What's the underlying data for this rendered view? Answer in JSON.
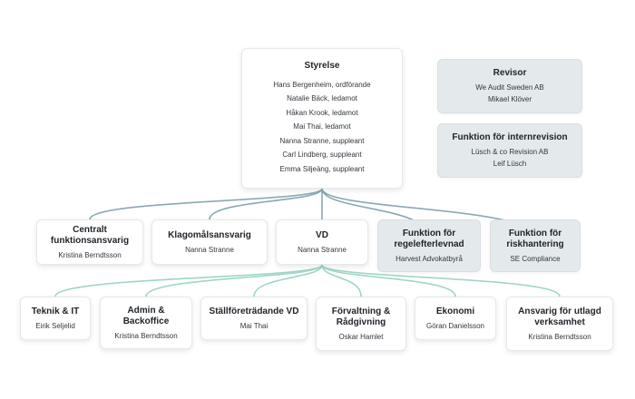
{
  "styrelse": {
    "title": "Styrelse",
    "members": [
      "Hans Bergenheim, ordförande",
      "Natalie Bäck, ledamot",
      "Håkan Krook, ledamot",
      "Mai Thai, ledamot",
      "Nanna Stranne, suppleant",
      "Carl Lindberg, suppleant",
      "Emma Siljeäng, suppleant"
    ]
  },
  "revisor": {
    "title": "Revisor",
    "lines": [
      "We Audit Sweden AB",
      "Mikael Klöver"
    ]
  },
  "internrevision": {
    "title": "Funktion för internrevision",
    "lines": [
      "Lüsch & co Revision AB",
      "Leif Lüsch"
    ]
  },
  "level2": [
    {
      "title": "Centralt funktionsansvarig",
      "name": "Kristina Berndtsson"
    },
    {
      "title": "Klagomålsansvarig",
      "name": "Nanna Stranne"
    },
    {
      "title": "VD",
      "name": "Nanna Stranne"
    },
    {
      "title": "Funktion för regelefterlevnad",
      "name": "Harvest Advokatbyrå"
    },
    {
      "title": "Funktion för riskhantering",
      "name": "SE Compliance"
    }
  ],
  "level3": [
    {
      "title": "Teknik & IT",
      "name": "Eirik Seljelid"
    },
    {
      "title": "Admin & Backoffice",
      "name": "Kristina Berndtsson"
    },
    {
      "title": "Ställföreträdande VD",
      "name": "Mai Thai"
    },
    {
      "title": "Förvaltning & Rådgivning",
      "name": "Oskar Hamlet"
    },
    {
      "title": "Ekonomi",
      "name": "Göran Danielsson"
    },
    {
      "title": "Ansvarig för utlagd verksamhet",
      "name": "Kristina Berndtsson"
    }
  ],
  "colors": {
    "board_line": "#8aa9b3",
    "vd_line": "#9fd6c8",
    "grey_box": "#e4e9ec"
  }
}
